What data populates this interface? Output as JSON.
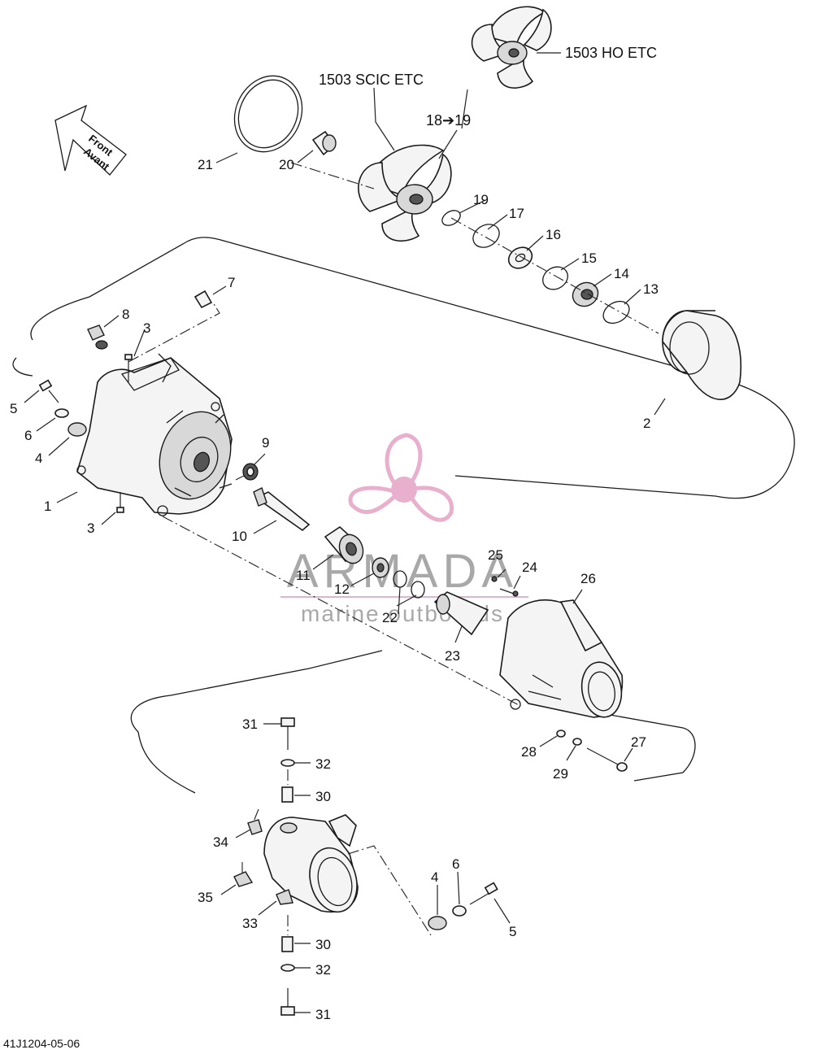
{
  "diagram_code": "41J1204-05-06",
  "front_sign": {
    "line1": "Front",
    "line2": "Avant"
  },
  "callouts": {
    "impeller_sc": "1503 SCIC ETC",
    "impeller_ho": "1503 HO ETC",
    "supersession": "18➔19"
  },
  "watermark": {
    "brand": "ARMADA",
    "tagline": "marine outboards",
    "color": "#e6a3c5"
  },
  "labels": {
    "p1": "1",
    "p2": "2",
    "p3a": "3",
    "p3b": "3",
    "p4a": "4",
    "p4b": "4",
    "p5a": "5",
    "p5b": "5",
    "p6a": "6",
    "p6b": "6",
    "p7": "7",
    "p8": "8",
    "p9": "9",
    "p10": "10",
    "p11": "11",
    "p12": "12",
    "p13": "13",
    "p14": "14",
    "p15": "15",
    "p16": "16",
    "p17": "17",
    "p19": "19",
    "p20": "20",
    "p21": "21",
    "p22": "22",
    "p23": "23",
    "p24": "24",
    "p25": "25",
    "p26": "26",
    "p27": "27",
    "p28": "28",
    "p29": "29",
    "p30a": "30",
    "p30b": "30",
    "p31a": "31",
    "p31b": "31",
    "p32a": "32",
    "p32b": "32",
    "p33": "33",
    "p34": "34",
    "p35": "35"
  }
}
